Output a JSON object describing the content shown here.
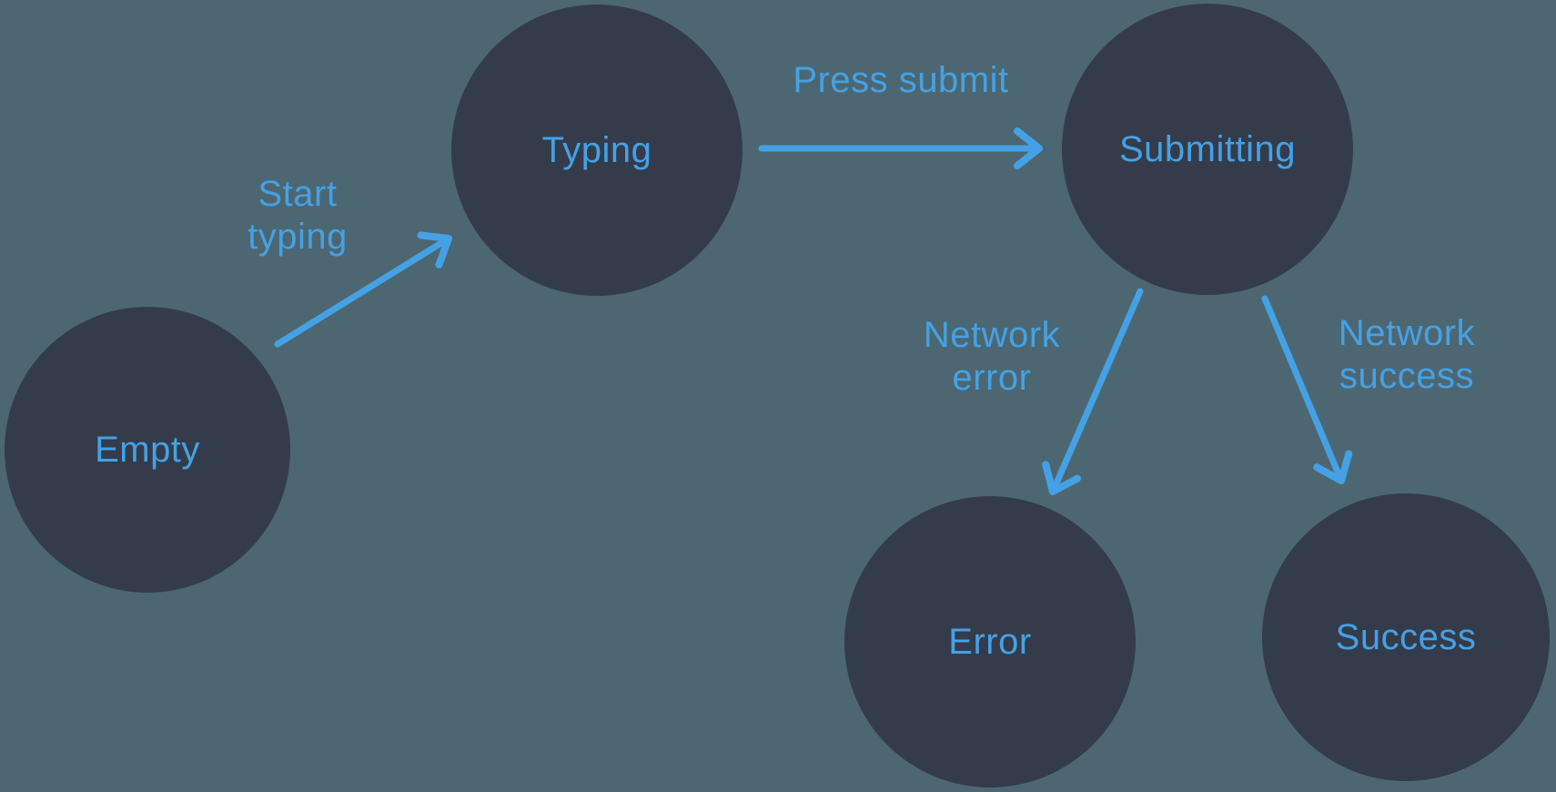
{
  "diagram": {
    "type": "state-machine",
    "states": [
      {
        "id": "empty",
        "label": "Empty"
      },
      {
        "id": "typing",
        "label": "Typing"
      },
      {
        "id": "submitting",
        "label": "Submitting"
      },
      {
        "id": "error",
        "label": "Error"
      },
      {
        "id": "success",
        "label": "Success"
      }
    ],
    "transitions": [
      {
        "from": "empty",
        "to": "typing",
        "label": "Start typing"
      },
      {
        "from": "typing",
        "to": "submitting",
        "label": "Press submit"
      },
      {
        "from": "submitting",
        "to": "error",
        "label": "Network error"
      },
      {
        "from": "submitting",
        "to": "success",
        "label": "Network success"
      }
    ],
    "colors": {
      "background": "#4C6771",
      "node_fill": "#343C4B",
      "accent_blue": "#45A1E5"
    }
  }
}
